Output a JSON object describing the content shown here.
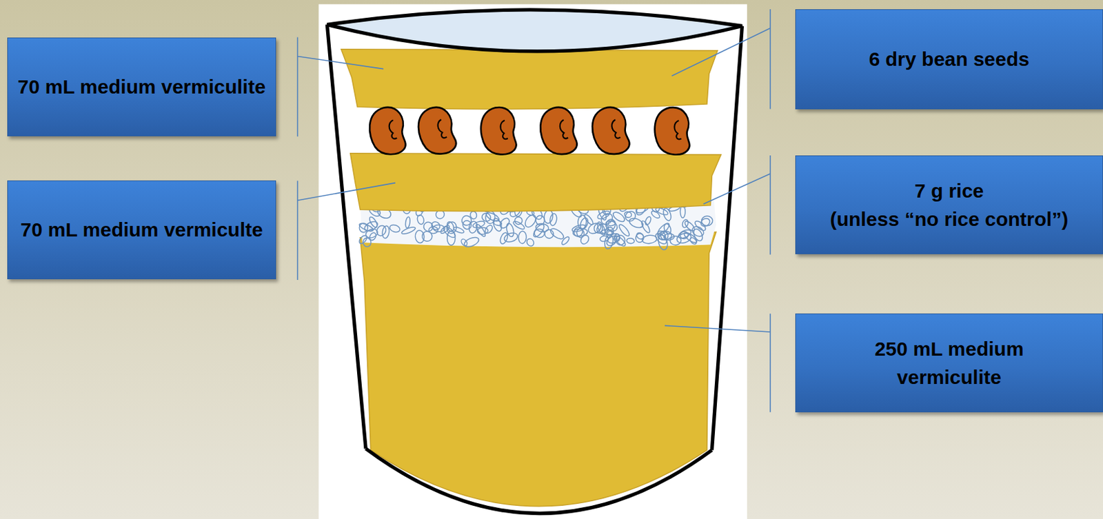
{
  "diagram": {
    "nodes": [
      {
        "text": [
          "70 mL medium vermiculite"
        ]
      },
      {
        "text": [
          "6 dry bean seeds"
        ]
      },
      {
        "text": [
          "70 mL medium vermiculte"
        ]
      },
      {
        "text": [
          "7 g rice (unless “no rice control”)"
        ]
      },
      {
        "text": [
          "250 mL medium vermiculite"
        ]
      }
    ]
  }
}
